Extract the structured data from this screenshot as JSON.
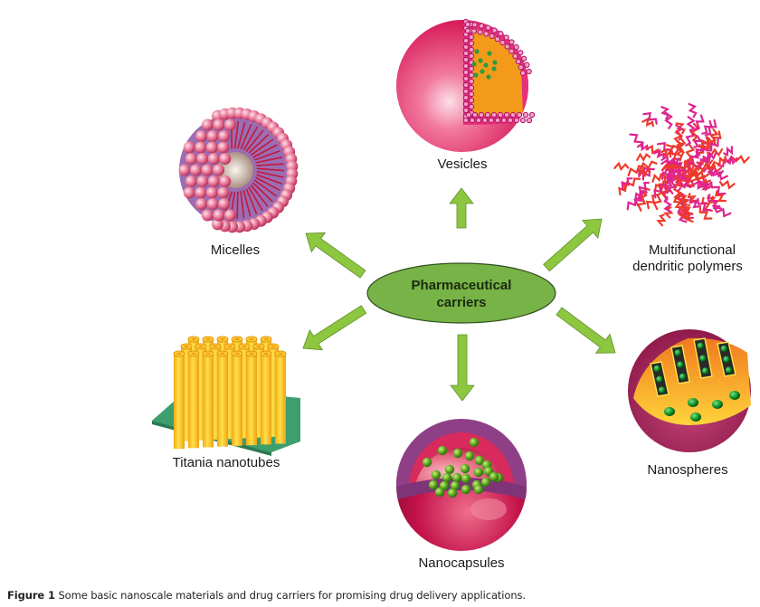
{
  "center": {
    "line1": "Pharmaceutical",
    "line2": "carriers",
    "fill_color": "#77b347",
    "border_color": "#2f4f1e"
  },
  "arrow_color": "#8dc63f",
  "carriers": [
    {
      "id": "vesicles",
      "label": "Vesicles"
    },
    {
      "id": "micelles",
      "label": "Micelles"
    },
    {
      "id": "dendritic",
      "label_line1": "Multifunctional",
      "label_line2": "dendritic polymers"
    },
    {
      "id": "nanotubes",
      "label": "Titania nanotubes"
    },
    {
      "id": "nanocapsules",
      "label": "Nanocapsules"
    },
    {
      "id": "nanospheres",
      "label": "Nanospheres"
    }
  ],
  "caption": {
    "figure_label": "Figure 1",
    "text": " Some basic nanoscale materials and drug carriers for promising drug delivery applications."
  }
}
